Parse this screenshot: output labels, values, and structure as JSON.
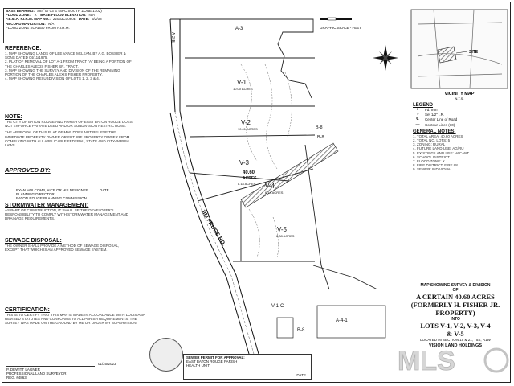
{
  "info_box": {
    "rows": [
      {
        "k": "BASE BEARING:",
        "v": "S84°07'03\"E (SPC SOUTH ZONE 1702)"
      },
      {
        "k": "FLOOD ZONE:",
        "v": "\"X\"",
        "k2": "BASE FLOOD ELEVATION:",
        "v2": "N/A"
      },
      {
        "k": "F.E.M.A. F.I.R.M. MAP NO.:",
        "v": "22033C0080E",
        "k2": "DATE:",
        "v2": "5/2/08"
      },
      {
        "k": "RECORD NAVIGATION:",
        "v": "N/A"
      }
    ],
    "footnote": "FLOOD ZONE SCALED FROM F.I.R.M."
  },
  "reference": {
    "title": "REFERENCE:",
    "items": [
      "1. MAP SHOWING LANDS OF LEE VANCE McLEAN, BY A.G. BOSSIER & SONS DATED 04/11/1975.",
      "2. PLAT OF REMOVAL OF LOT A-1 FROM TRACT \"A\" BEING A PORTION OF THE CHARLES ALEXIS FISHER SR. TRACT.",
      "3. MAP SHOWING THE SURVEY AND DIVISION OF THE REMAINING PORTION OF THE CHARLES ALEXIS FISHER PROPERTY.",
      "4. MAP SHOWING RESUBDIVISION OF LOTS 1, 2, 3 & 4."
    ]
  },
  "note": {
    "title": "NOTE:",
    "paragraphs": [
      "THE CITY OF BATON ROUGE AND PARISH OF EAST BATON ROUGE DOES NOT ENFORCE PRIVATE DEED AND/OR SUBDIVISION RESTRICTIONS.",
      "THE APPROVAL OF THIS PLAT OF MAP DOES NOT RELIEVE THE IMMEDIATE PROPERTY OWNER OR FUTURE PROPERTY OWNER FROM COMPLYING WITH ALL APPLICABLE FEDERAL, STATE AND CITY-PARISH LAWS."
    ]
  },
  "approved": {
    "title": "APPROVED BY:",
    "signer": "RYAN HOLCOMB, AICP OR HIS DESIGNEE",
    "role": "PLANNING DIRECTOR",
    "org": "BATON ROUGE PLANNING COMMISSION",
    "date_label": "DATE"
  },
  "storm": {
    "title": "STORMWATER MANAGEMENT:",
    "text": "AS PART OF CONSTRUCTION, IT SHALL BE THE DEVELOPER'S RESPONSIBILITY TO COMPLY WITH STORMWATER MANAGEMENT AND DRAINAGE REQUIREMENTS."
  },
  "sewage": {
    "title": "SEWAGE DISPOSAL:",
    "text": "THE OWNER SHALL PROVIDE A METHOD OF SEWAGE DISPOSAL, EXCEPT THAT WHICH IS AN APPROVED SEWAGE SYSTEM."
  },
  "certification": {
    "title": "CERTIFICATION:",
    "text": "THIS IS TO CERTIFY THAT THIS MAP IS MADE IN ACCORDANCE WITH LOUISIANA REVISED STATUTES AND CONFORMS TO ALL PARISH REQUIREMENTS. THE SURVEY WAS MADE ON THE GROUND BY ME OR UNDER MY SUPERVISION.",
    "surveyor": "P. DEWITT LAGNER",
    "title2": "PROFESSIONAL LAND SURVEYOR",
    "reg": "REG. #4863",
    "date": "01/20/2023"
  },
  "sewer_approval": {
    "title": "SEWER PERMIT FOR APPROVAL:",
    "label1": "EAST BATON ROUGE PARISH",
    "label2": "HEALTH UNIT",
    "date_label": "DATE"
  },
  "scale": {
    "label": "GRAPHIC SCALE - FEET"
  },
  "vicinity": {
    "title": "VICINITY MAP",
    "sub": "N.T.S.",
    "site_label": "SITE"
  },
  "legend": {
    "title": "LEGEND",
    "items": [
      {
        "sym": "●",
        "label": "Fd. Iron"
      },
      {
        "sym": "○",
        "label": "Set 1/2\" I.R."
      },
      {
        "sym": "℄",
        "label": "Center Line of Road"
      },
      {
        "sym": "—",
        "label": "Contour Lines (10)"
      }
    ]
  },
  "general_notes": {
    "title": "GENERAL NOTES:",
    "lines": [
      "1. TOTAL AREA: 40.60 ACRES",
      "2. TOTAL NO. LOTS: 5",
      "3. ZONING: RURAL",
      "4. FUTURE LAND USE: AG/RU",
      "5. EXISTING LAND USE: VACANT",
      "6. SCHOOL DISTRICT",
      "7. FLOOD ZONE: X",
      "8. FIRE DISTRICT: FIRE #8",
      "9. SEWER: INDIVIDUAL"
    ]
  },
  "lots": [
    "V-1",
    "V-2",
    "V-3",
    "V-4",
    "V-5"
  ],
  "lot_acreage": {
    "v1": "10.00 ACRES",
    "v2": "10.01 ACRES",
    "v3_big": "40.60",
    "v3_acres": "ACRES",
    "v3_small": "8.18 ACRES",
    "v4": "6.14 ACRES",
    "v5": "6.08 ACRES"
  },
  "parcel_labels": {
    "a3": "A-3",
    "a2b": "A-2-B",
    "b8": "B-8",
    "b8b": "B-8",
    "v1c": "V-1-C",
    "a41": "A-4-1"
  },
  "road": {
    "name": "JIM FRUGE RD."
  },
  "title_block": {
    "header": "MAP SHOWING SURVEY & DIVISION",
    "of": "OF",
    "line1": "A CERTAIN 40.60 ACRES",
    "line2": "(FORMERLY H. FISHER JR.",
    "line3": "PROPERTY)",
    "into": "INTO",
    "line4": "LOTS V-1, V-2, V-3, V-4",
    "line5": "& V-5",
    "location": "LOCATED IN SECTION 15 & 21, T5S, R1W",
    "company": "VISION LAND HOLDINGS"
  },
  "watermark": {
    "text": "MLS"
  },
  "colors": {
    "ink": "#1a1a1a",
    "line": "#333333",
    "hatch": "#555555",
    "watermark": "#c9c9c9"
  }
}
